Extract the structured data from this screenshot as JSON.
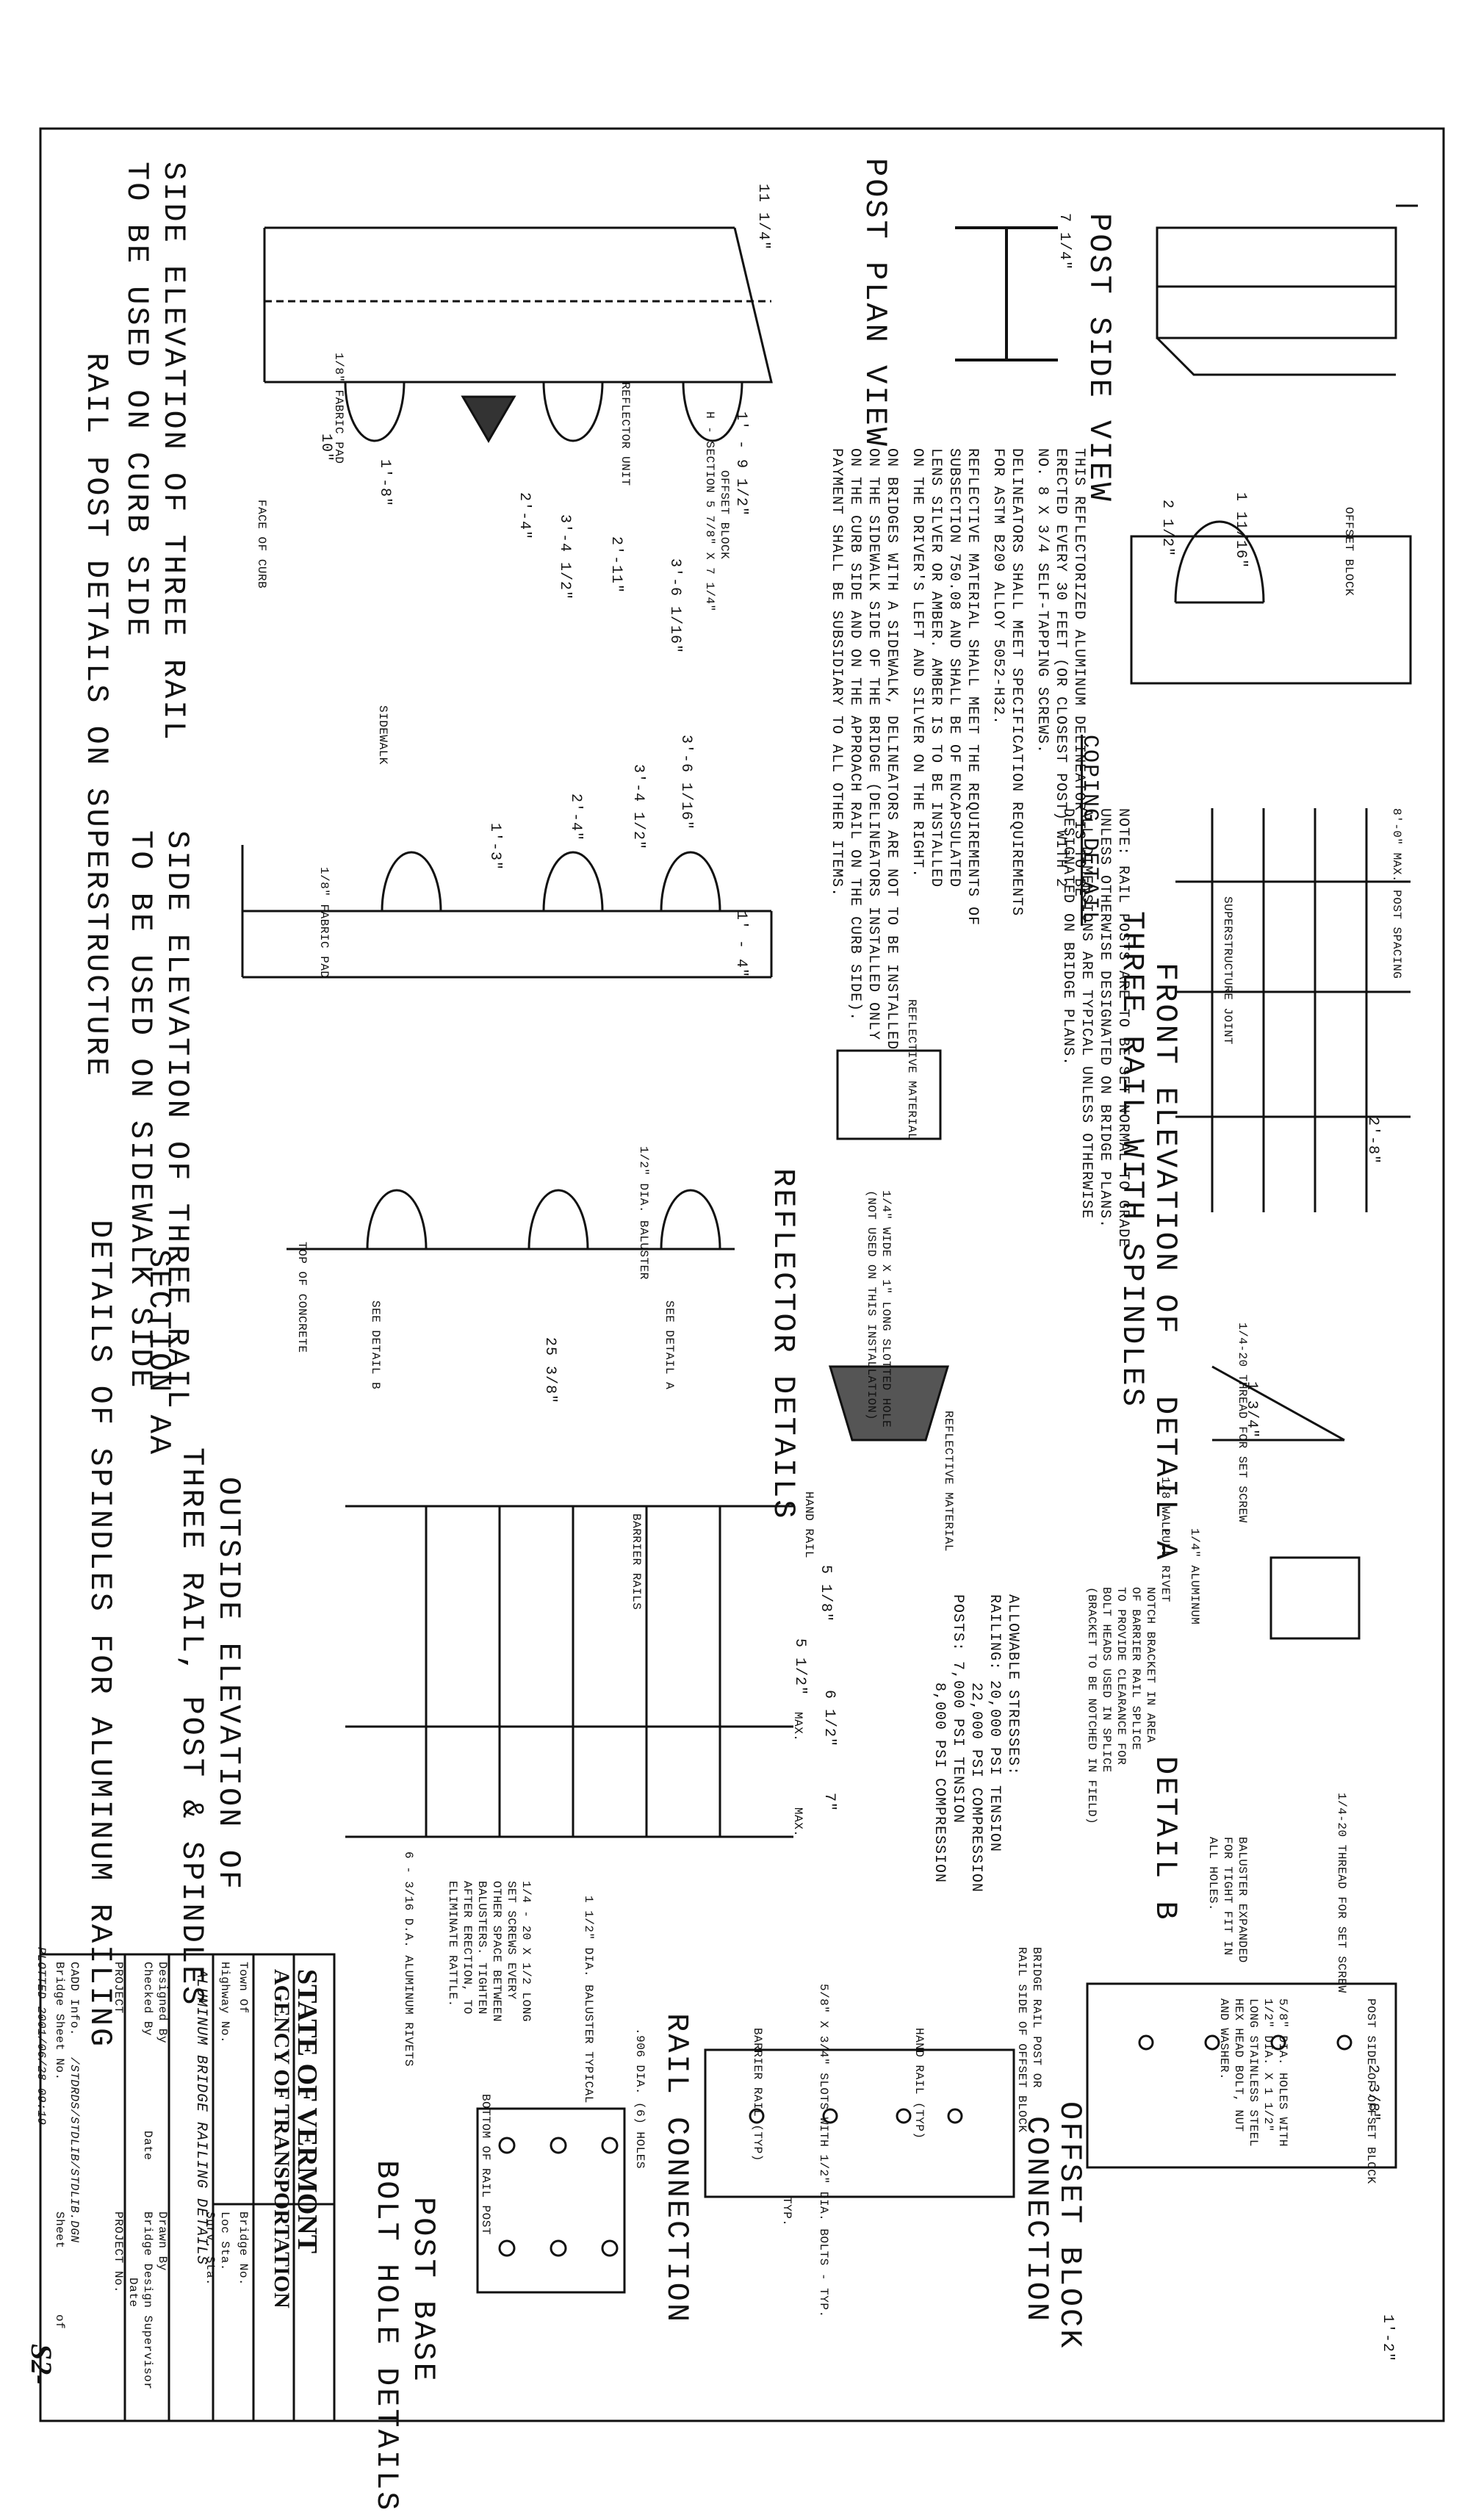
{
  "sheet": {
    "titles": {
      "post_side_view": "POST SIDE VIEW",
      "post_plan_view": "POST PLAN VIEW",
      "side_elev_curb_1": "SIDE ELEVATION OF THREE RAIL",
      "side_elev_curb_2": "TO BE USED ON CURB SIDE",
      "side_elev_sidewalk_1": "SIDE ELEVATION OF THREE RAIL",
      "side_elev_sidewalk_2": "TO BE USED ON SIDEWALK SIDE",
      "rail_post_details": "RAIL POST DETAILS ON SUPERSTRUCTURE",
      "coping_detail": "COPING DETAIL",
      "front_elev_1": "FRONT ELEVATION OF",
      "front_elev_2": "THREE RAIL WITH SPINDLES",
      "reflector_details": "REFLECTOR DETAILS",
      "section_aa": "SECTION AA",
      "details_spindles": "DETAILS OF SPINDLES FOR ALUMINUM RAILING",
      "detail_a": "DETAIL A",
      "detail_b": "DETAIL B",
      "outside_elev_1": "OUTSIDE ELEVATION OF",
      "outside_elev_2": "THREE RAIL, POST & SPINDLES",
      "offset_block_1": "OFFSET BLOCK",
      "offset_block_2": "CONNECTION",
      "rail_connection": "RAIL CONNECTION",
      "post_base_1": "POST BASE",
      "post_base_2": "BOLT HOLE DETAILS"
    },
    "notes": {
      "reflectorized_1": "THIS REFLECTORIZED ALUMINUM DELINEATOR IS TO BE",
      "reflectorized_2": "ERECTED EVERY 30 FEET (OR CLOSEST POST) WITH 2",
      "reflectorized_3": "NO. 8 X 3/4 SELF-TAPPING SCREWS.",
      "reflectorized_4": "DELINEATORS SHALL MEET SPECIFICATION REQUIREMENTS",
      "reflectorized_5": "FOR ASTM B209 ALLOY 5052-H32.",
      "reflectorized_6": "REFLECTIVE MATERIAL SHALL MEET THE REQUIREMENTS OF",
      "reflectorized_7": "SUBSECTION 750.08 AND SHALL BE OF ENCAPSULATED",
      "reflectorized_8": "LENS SILVER OR AMBER. AMBER IS TO BE INSTALLED",
      "reflectorized_9": "ON THE DRIVER'S LEFT AND SILVER ON THE RIGHT.",
      "bridges_1": "ON BRIDGES WITH A SIDEWALK, DELINEATORS ARE NOT TO BE INSTALLED",
      "bridges_2": "ON THE SIDEWALK SIDE OF THE BRIDGE (DELINEATORS INSTALLED ONLY",
      "bridges_3": "ON THE CURB SIDE AND ON THE APPROACH RAIL ON THE CURB SIDE).",
      "bridges_4": "PAYMENT SHALL BE SUBSIDIARY TO ALL OTHER ITEMS.",
      "rail_posts_1": "NOTE: RAIL POSTS ARE TO BE SET NORMAL TO GRADE",
      "rail_posts_2": "UNLESS OTHERWISE DESIGNATED ON BRIDGE PLANS.",
      "rail_posts_3": "ALL DIMENSIONS ARE TYPICAL UNLESS OTHERWISE",
      "rail_posts_4": "DESIGNATED ON BRIDGE PLANS.",
      "allowable_1": "ALLOWABLE STRESSES:",
      "allowable_2": "RAILING: 20,000 PSI TENSION",
      "allowable_3": "22,000 PSI COMPRESSION",
      "allowable_4": "POSTS: 7,000 PSI TENSION",
      "allowable_5": "8,000 PSI COMPRESSION",
      "notch_1": "NOTCH BRACKET IN AREA",
      "notch_2": "OF BARRIER RAIL SPLICE",
      "notch_3": "TO PROVIDE CLEARANCE FOR",
      "notch_4": "BOLT HEADS USED IN SPLICE",
      "notch_5": "(BRACKET TO BE NOTCHED IN FIELD)",
      "offset_holes_1": "5/8\" DIA. HOLES WITH",
      "offset_holes_2": "1/2\" DIA. X 1 1/2\"",
      "offset_holes_3": "LONG STAINLESS STEEL",
      "offset_holes_4": "HEX HEAD BOLT, NUT",
      "offset_holes_5": "AND WASHER.",
      "post_side_offset": "POST SIDE OF OFFSET BLOCK",
      "bridge_rail_post_1": "BRIDGE RAIL POST OR",
      "bridge_rail_post_2": "RAIL SIDE OF OFFSET BLOCK",
      "slotted_hole_1": "1/4\" WIDE X 1\" LONG SLOTTED HOLE",
      "slotted_hole_2": "(NOT USED ON THIS INSTALLATION)",
      "screws_1": "1/4 - 20 X 1/2 LONG",
      "screws_2": "SET SCREWS EVERY",
      "screws_3": "OTHER SPACE BETWEEN",
      "screws_4": "BALUSTERS. TIGHTEN",
      "screws_5": "AFTER ERECTION, TO",
      "screws_6": "ELIMINATE RATTLE.",
      "rivets": "6 - 3/16 D.A. ALUMINUM RIVETS",
      "baluster_exp_1": "BALUSTER EXPANDED",
      "baluster_exp_2": "FOR TIGHT FIT IN",
      "baluster_exp_3": "ALL HOLES."
    },
    "labels": {
      "offset_block": "OFFSET BLOCK",
      "offset_block_section": "H - SECTION 5 7/8\" X 7 1/4\"",
      "reflector_unit": "REFLECTOR UNIT",
      "fabric_pad": "1/8\" FABRIC PAD",
      "face_of_curb": "FACE OF CURB",
      "sidewalk": "SIDEWALK",
      "superstructure_joint": "SUPERSTRUCTURE JOINT",
      "max_post_spacing": "8'-0\" MAX. POST SPACING",
      "reflective_material": "REFLECTIVE MATERIAL",
      "top_of_concrete": "TOP OF CONCRETE",
      "baluster_dia": "1/2\" DIA. BALUSTER",
      "see_detail_a": "SEE DETAIL A",
      "see_detail_b": "SEE DETAIL B",
      "hand_rail": "HAND RAIL",
      "barrier_rails": "BARRIER RAILS",
      "thread_set_screw": "1/4-20 THREAD FOR SET SCREW",
      "pull_rivet": "PULL RIVET",
      "aluminum_wall": "1/8 WALL",
      "aluminum": "1/4\" ALUMINUM",
      "baluster_typical": "1 1/2\" DIA. BALUSTER TYPICAL",
      "holes_906": ".906 DIA. (6) HOLES",
      "bottom_of_rail_post": "BOTTOM OF RAIL POST",
      "barrier_rail_typ": "BARRIER RAIL (TYP)",
      "hand_rail_typ": "HAND RAIL (TYP)",
      "slots": "5/8\" X 3/4\" SLOTS WITH 1/2\" DIA. BOLTS - TYP.",
      "typ": "TYP.",
      "max": "MAX."
    },
    "dimensions": {
      "d1": "1' - 9 1/2\"",
      "d2": "1' - 4\"",
      "d3": "11 1/4\"",
      "d4": "10\"",
      "d5": "1'-8\"",
      "d6": "2'-4\"",
      "d7": "3'-4 1/2\"",
      "d8": "2'-11\"",
      "d9": "3'-6 1/16\"",
      "d10": "3'-6 1/16\"",
      "d11": "3'-4 1/2\"",
      "d12": "2'-4\"",
      "d13": "1'-3\"",
      "d14": "25 3/8\"",
      "d15": "2'-8\"",
      "d16": "1'-2\"",
      "d17": "5 1/8\"",
      "d18": "6 1/2\"",
      "d19": "7\"",
      "d20": "2 1/2\"",
      "d21": "1 11/16\"",
      "d22": "2 3/8\"",
      "d23": "7 1/4\"",
      "d24": "1 3/4\"",
      "d25": "5 1/2\""
    },
    "title_block": {
      "agency_1": "STATE OF VERMONT",
      "agency_2": "AGENCY OF TRANSPORTATION",
      "town_of": "Town Of",
      "bridge_no": "Bridge No.",
      "highway_no": "Highway No.",
      "loc_sta": "Loc Sta.",
      "survey_sta": "Surv. Sta.",
      "drawing_title": "ALUMINUM BRIDGE RAILING DETAILS",
      "designed_by": "Designed By",
      "drawn_by": "Drawn By",
      "checked_by": "Checked By",
      "date": "Date",
      "bridge_design_supervisor": "Bridge Design Supervisor",
      "project": "PROJECT",
      "project_no": "PROJECT No.",
      "cadd_info": "CADD Info.",
      "cadd_path": "/STDRDS/STDLIB/STDLIB.DGN",
      "bridge_sheet_no": "Bridge Sheet No.",
      "sheet": "Sheet",
      "of": "of",
      "plotted": "PLOTTED 2001/06/28 09:19",
      "sheet_number": "S2-"
    }
  }
}
